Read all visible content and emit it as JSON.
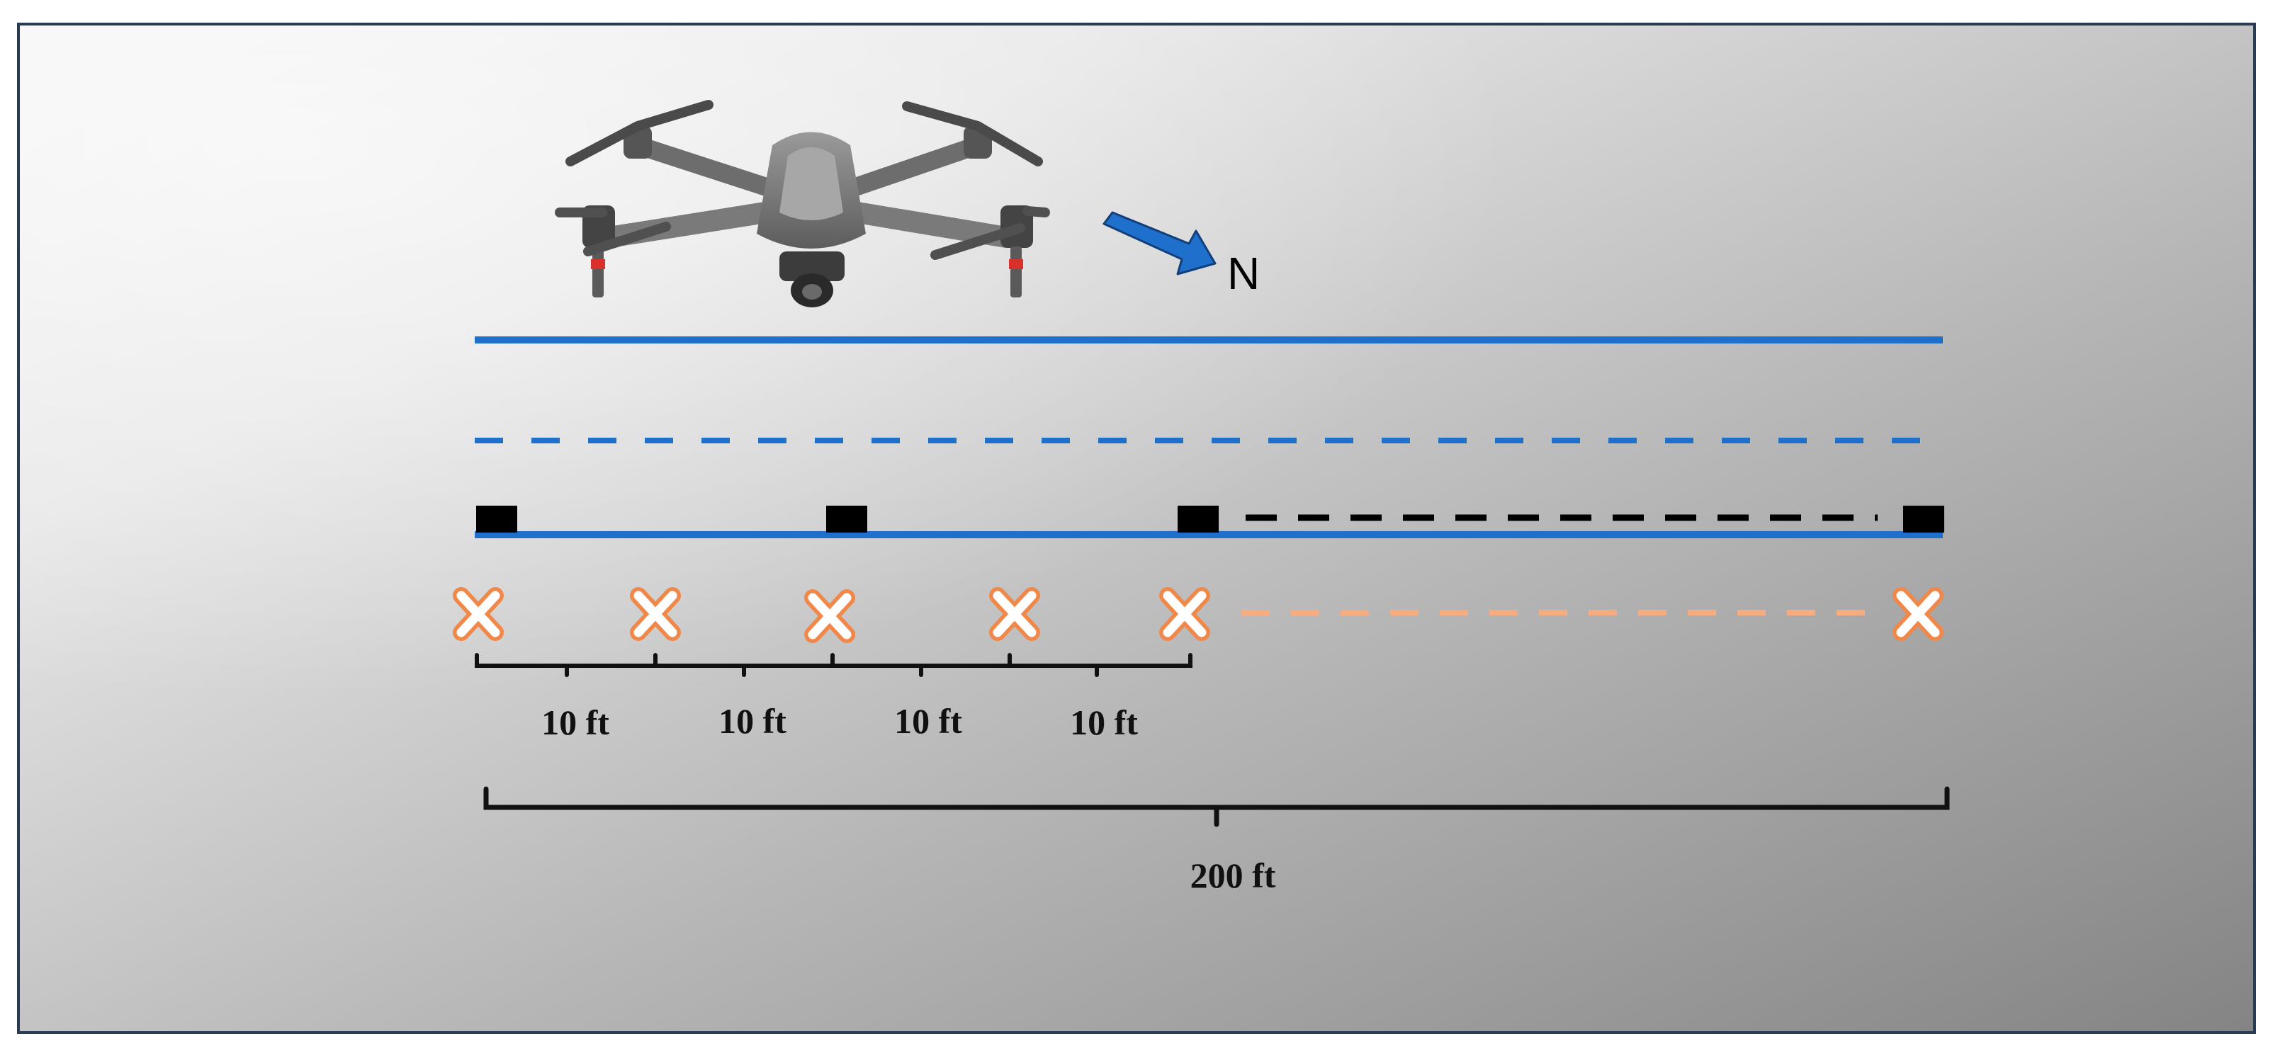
{
  "compass": {
    "label": "N"
  },
  "scale": {
    "segment_labels": [
      "10 ft",
      "10 ft",
      "10 ft",
      "10 ft"
    ],
    "total_label": "200 ft"
  },
  "colors": {
    "blue_line": "#1f6fcc",
    "arrow": "#1f6fcc",
    "target_marker": "#000000",
    "orange_marker": "#f0884a",
    "orange_dash": "#f4ac80",
    "bracket": "#111111"
  },
  "icons": {
    "drone": "drone-icon",
    "arrow": "north-arrow-icon",
    "square_marker": "black-square-marker",
    "cross_marker": "orange-x-marker-icon"
  }
}
